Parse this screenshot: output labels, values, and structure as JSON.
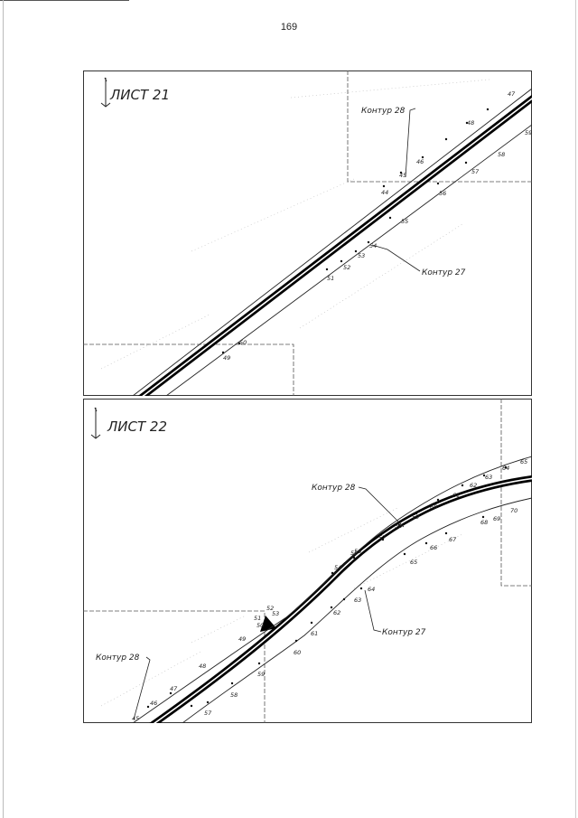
{
  "page": {
    "number": "169"
  },
  "sheets": [
    {
      "id": "sheet-21",
      "title": "ЛИСТ 21",
      "contours": [
        {
          "label": "Контур 28"
        },
        {
          "label": "Контур 27"
        }
      ],
      "points": [
        "47",
        "48",
        "46",
        "45",
        "44",
        "56",
        "57",
        "58",
        "59",
        "55",
        "54",
        "53",
        "52",
        "51",
        "50",
        "49"
      ]
    },
    {
      "id": "sheet-22",
      "title": "ЛИСТ 22",
      "contours": [
        {
          "label": "Контур 28"
        },
        {
          "label": "Контур 27"
        },
        {
          "label": "Контур 28"
        }
      ],
      "points": [
        "65",
        "64",
        "63",
        "62",
        "61",
        "60",
        "59",
        "58",
        "57",
        "56",
        "55",
        "54",
        "70",
        "69",
        "68",
        "67",
        "66",
        "65",
        "64",
        "63",
        "62",
        "61",
        "60",
        "59",
        "58",
        "57",
        "53",
        "52",
        "51",
        "50",
        "49",
        "48",
        "47",
        "46",
        "45"
      ]
    }
  ]
}
